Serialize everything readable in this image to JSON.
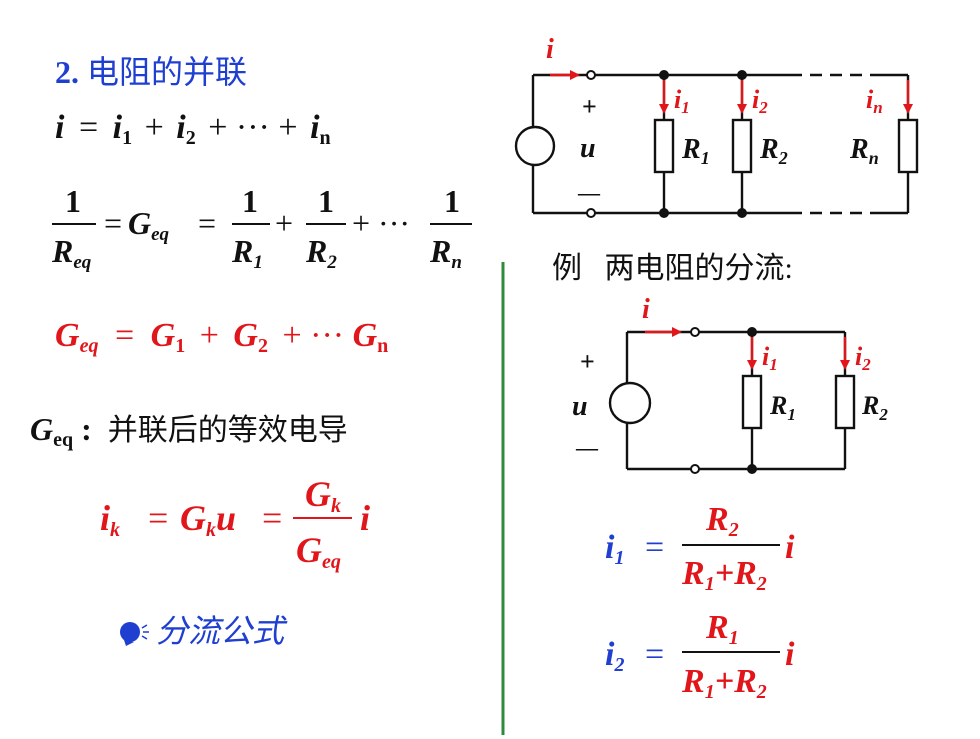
{
  "colors": {
    "blue": "#1f3fd1",
    "red": "#e0161b",
    "black": "#111111",
    "divider": "#2e8b3c"
  },
  "section_title": {
    "num": "2.",
    "text": "电阻的并联"
  },
  "sum_eq": {
    "i": "i",
    "eq": "=",
    "i1": "i",
    "s1": "1",
    "plus": "+",
    "i2": "i",
    "s2": "2",
    "dots": "+ ··· +",
    "in": "i",
    "sn": "n"
  },
  "geq_frac": {
    "one": "1",
    "R": "R",
    "eq": "eq",
    "eqsign1": "=",
    "G": "G",
    "eqsign2": "=",
    "R1": "R",
    "s1": "1",
    "plus1": "+",
    "R2": "R",
    "s2": "2",
    "plusdots": "+ ···",
    "Rn": "R",
    "sn": "n"
  },
  "geq_sum": {
    "G": "G",
    "eq": "eq",
    "eqsign": "=",
    "G1": "G",
    "s1": "1",
    "plus1": "+",
    "G2": "G",
    "s2": "2",
    "plusdots": "+ ···",
    "Gn": "G",
    "sn": "n"
  },
  "geq_def": {
    "G": "G",
    "sub": "eq",
    "colon": ":",
    "text": "并联后的等效电导"
  },
  "ik_formula": {
    "i": "i",
    "k": "k",
    "eq1": "=",
    "G": "G",
    "k2": "k",
    "u": "u",
    "eq2": "=",
    "num_G": "G",
    "num_k": "k",
    "den_G": "G",
    "den_eq": "eq",
    "tail_i": "i"
  },
  "current_divider_label": "分流公式",
  "example_label": "例   两电阻的分流:",
  "top_circuit": {
    "i": "i",
    "plus": "+",
    "u": "u",
    "minus": "—",
    "i1": "i",
    "i1_sub": "1",
    "i2": "i",
    "i2_sub": "2",
    "in": "i",
    "in_sub": "n",
    "R1": "R",
    "R1_sub": "1",
    "R2": "R",
    "R2_sub": "2",
    "Rn": "R",
    "Rn_sub": "n"
  },
  "bottom_circuit": {
    "i": "i",
    "plus": "+",
    "u": "u",
    "minus": "—",
    "i1": "i",
    "i1_sub": "1",
    "i2": "i",
    "i2_sub": "2",
    "R1": "R",
    "R1_sub": "1",
    "R2": "R",
    "R2_sub": "2"
  },
  "divider_i1": {
    "lhs": "i",
    "lhs_sub": "1",
    "eq": "=",
    "num_R": "R",
    "num_sub": "2",
    "den": "R",
    "den_s1": "1",
    "den_plus": "+",
    "den_R": "R",
    "den_s2": "2",
    "tail": "i"
  },
  "divider_i2": {
    "lhs": "i",
    "lhs_sub": "2",
    "eq": "=",
    "num_R": "R",
    "num_sub": "1",
    "den": "R",
    "den_s1": "1",
    "den_plus": "+",
    "den_R": "R",
    "den_s2": "2",
    "tail": "i"
  }
}
